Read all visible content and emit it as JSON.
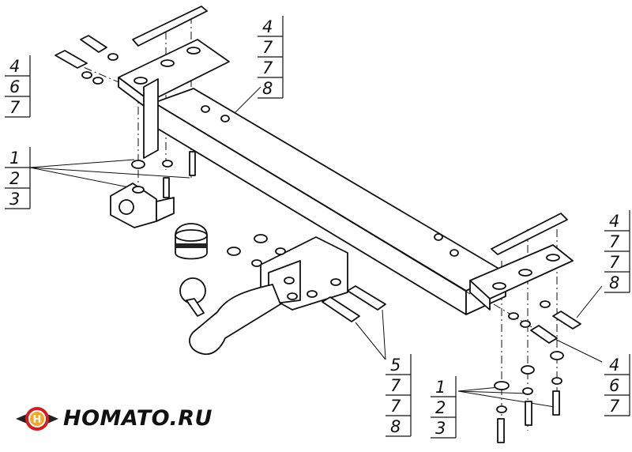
{
  "callouts": {
    "top_left": [
      "4",
      "6",
      "7"
    ],
    "left_mid": [
      "1",
      "2",
      "3"
    ],
    "top_center": [
      "4",
      "7",
      "7",
      "8"
    ],
    "right_upper": [
      "4",
      "7",
      "7",
      "8"
    ],
    "right_lower": [
      "4",
      "6",
      "7"
    ],
    "bottom_center": [
      "5",
      "7",
      "7",
      "8"
    ],
    "bottom_right": [
      "1",
      "2",
      "3"
    ]
  },
  "brand": {
    "name": "HOMATO.RU",
    "logo_letter": "H",
    "logo_colors": {
      "ring": "#d11f1f",
      "center": "#f5a623",
      "wings": "#222222"
    }
  }
}
